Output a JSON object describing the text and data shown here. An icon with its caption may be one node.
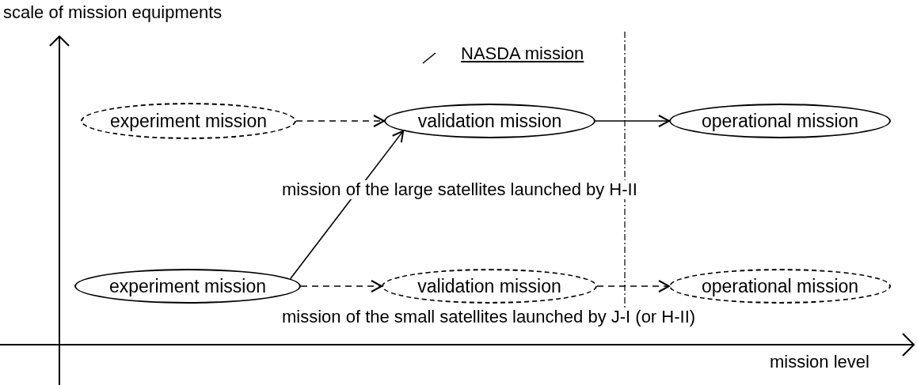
{
  "diagram": {
    "nodes": [
      {
        "text": [
          "experiment mission"
        ]
      },
      {
        "text": [
          "validation mission"
        ]
      },
      {
        "text": [
          "operational mission"
        ]
      },
      {
        "text": [
          "experiment mission"
        ]
      },
      {
        "text": [
          "validation mission"
        ]
      },
      {
        "text": [
          "operational mission"
        ]
      }
    ],
    "edges": [
      {
        "from": 0,
        "to": 1,
        "arrow": "to",
        "style": "dashed"
      },
      {
        "from": 1,
        "to": 2,
        "arrow": "to"
      },
      {
        "from": 3,
        "to": 1,
        "arrow": "to"
      },
      {
        "from": 3,
        "to": 4,
        "arrow": "to",
        "style": "dashed"
      },
      {
        "from": 4,
        "to": 5,
        "arrow": "to",
        "style": "dashed"
      }
    ],
    "labels": [
      "scale of mission equipments",
      "NASDA mission",
      "mission of the large satellites launched by H-II",
      "mission of the small satellites launched by J-I (or H-II)",
      "mission level"
    ]
  }
}
